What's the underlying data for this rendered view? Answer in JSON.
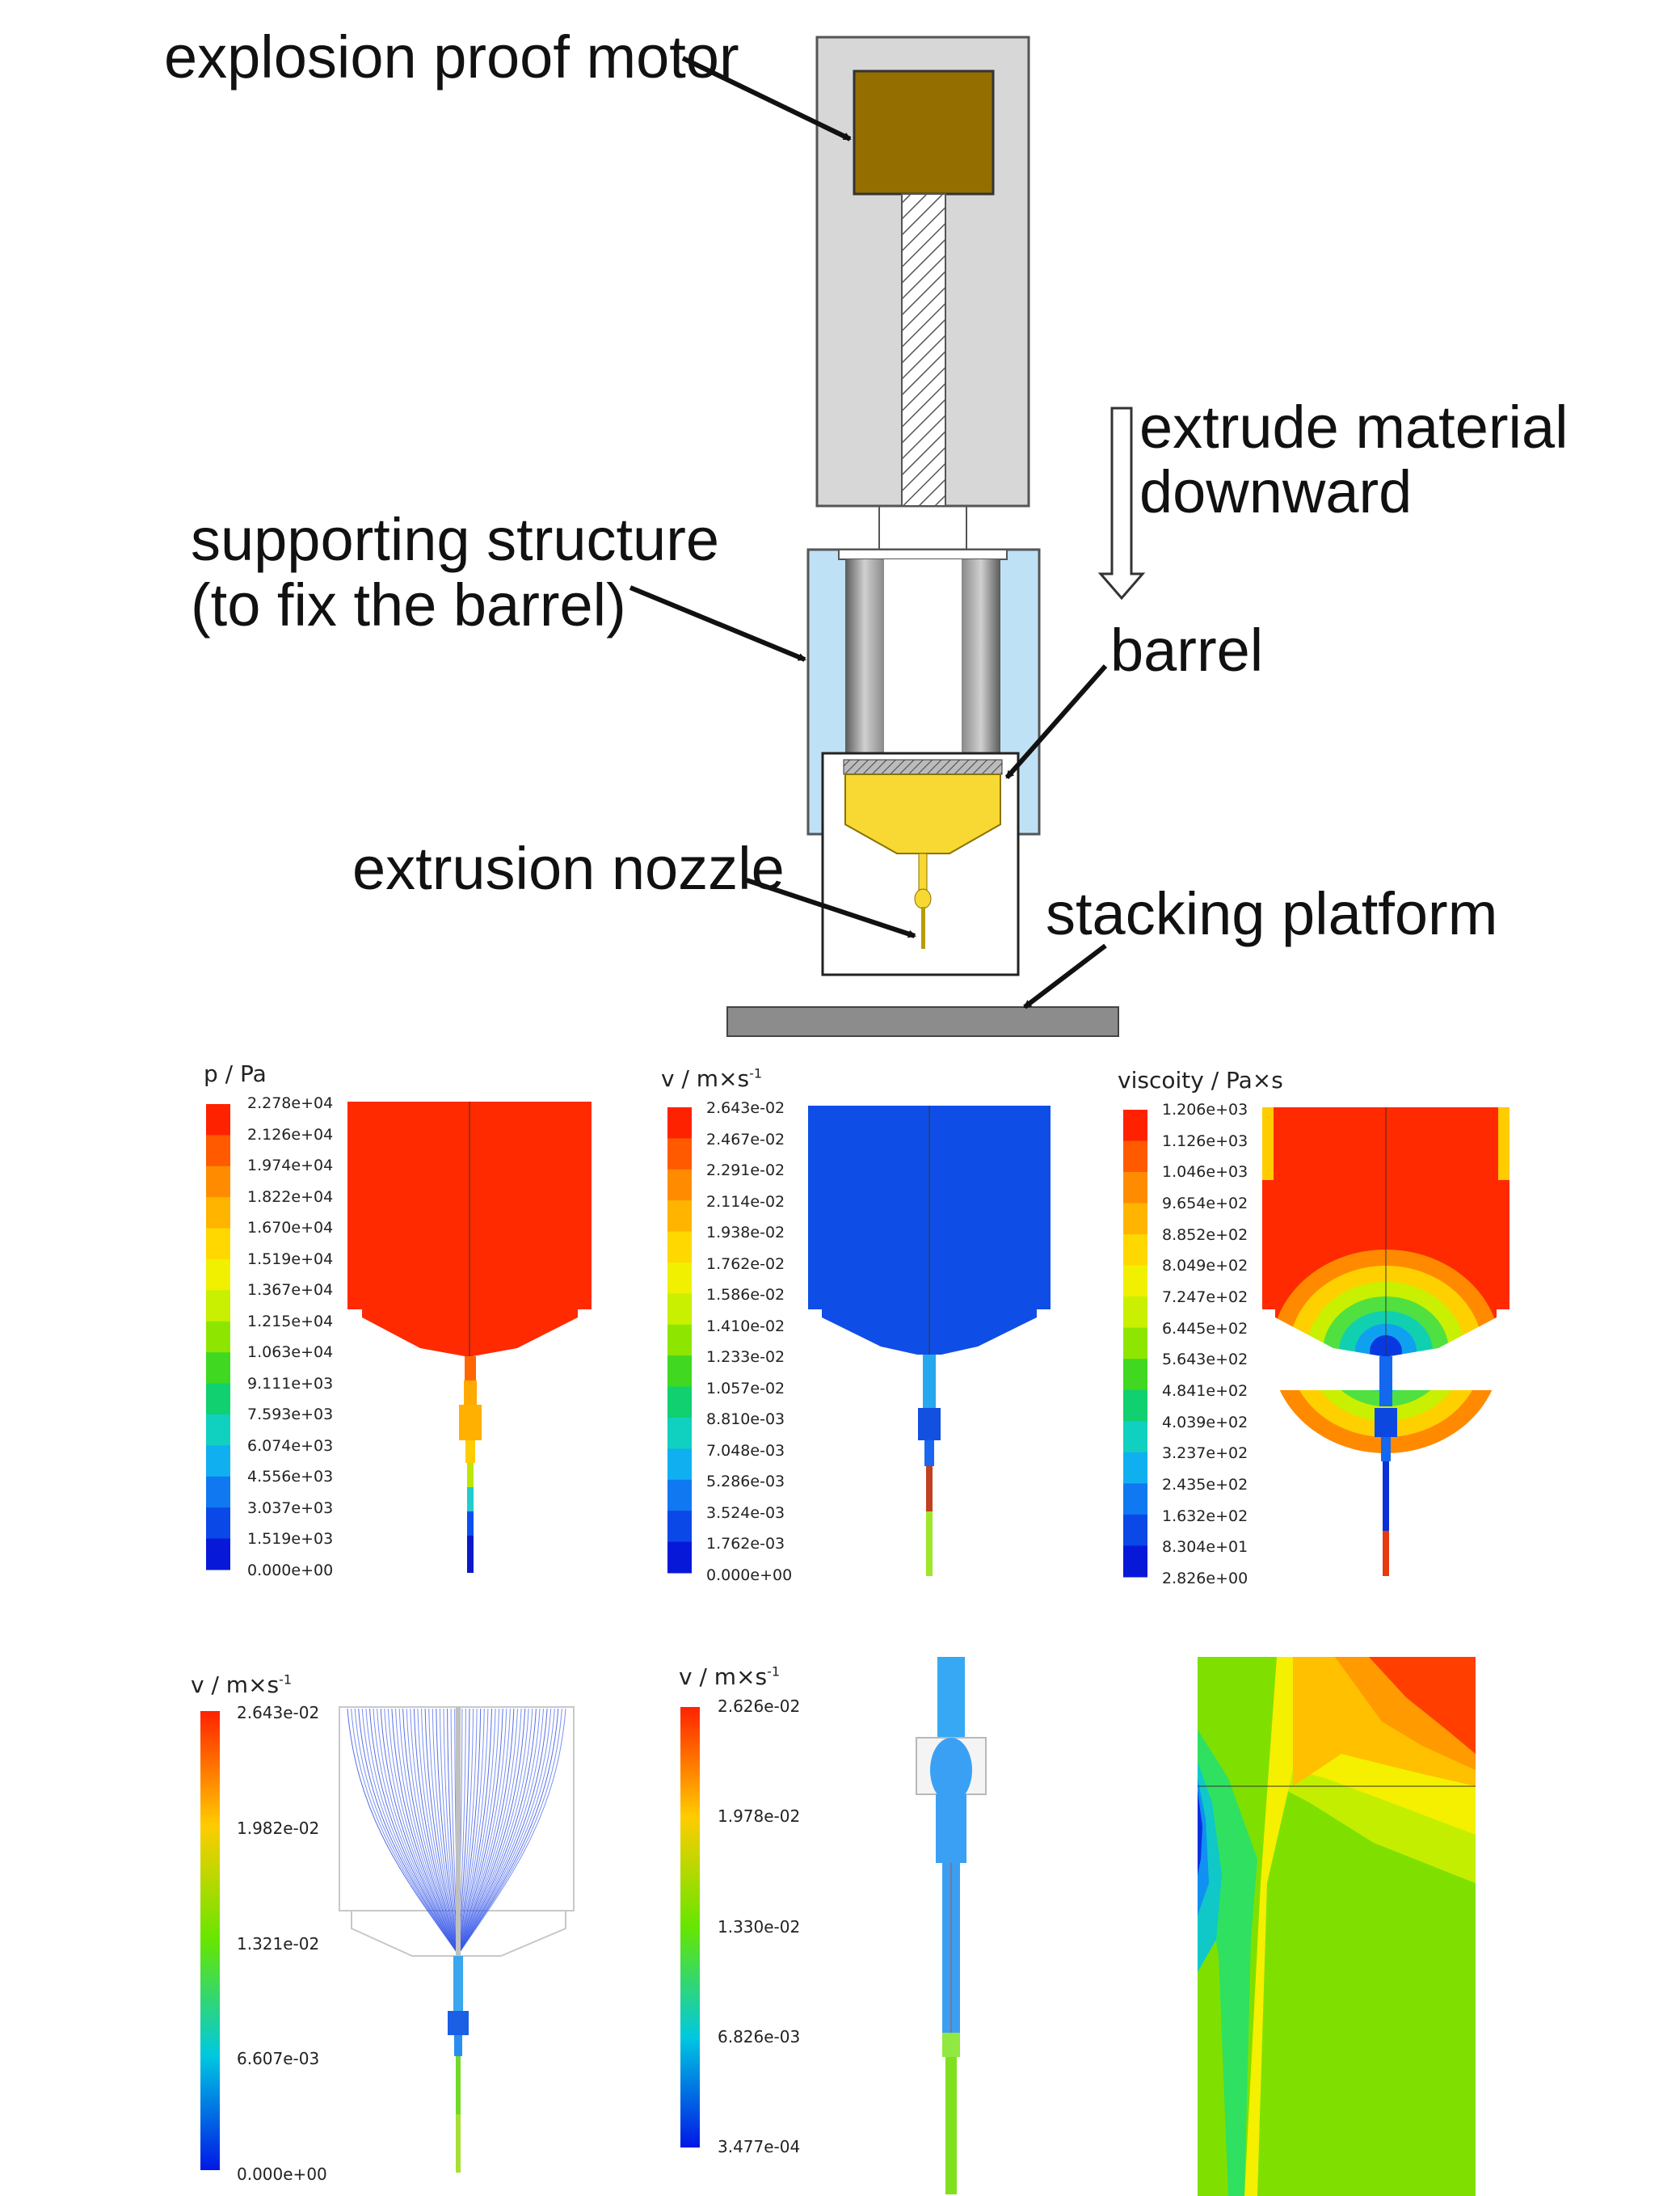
{
  "schematic": {
    "motor_label": "explosion proof motor",
    "extrude_label": [
      "extrude material",
      "downward"
    ],
    "support_label": [
      "supporting structure",
      "(to fix the barrel)"
    ],
    "barrel_label": "barrel",
    "nozzle_label": "extrusion nozzle",
    "platform_label": "stacking platform"
  },
  "colormaps": {
    "pressure": {
      "title": "p / Pa",
      "ticks": [
        "2.278e+04",
        "2.126e+04",
        "1.974e+04",
        "1.822e+04",
        "1.670e+04",
        "1.519e+04",
        "1.367e+04",
        "1.215e+04",
        "1.063e+04",
        "9.111e+03",
        "7.593e+03",
        "6.074e+03",
        "4.556e+03",
        "3.037e+03",
        "1.519e+03",
        "0.000e+00"
      ]
    },
    "velocity": {
      "title": "v / m×s",
      "sup": "-1",
      "ticks": [
        "2.643e-02",
        "2.467e-02",
        "2.291e-02",
        "2.114e-02",
        "1.938e-02",
        "1.762e-02",
        "1.586e-02",
        "1.410e-02",
        "1.233e-02",
        "1.057e-02",
        "8.810e-03",
        "7.048e-03",
        "5.286e-03",
        "3.524e-03",
        "1.762e-03",
        "0.000e+00"
      ]
    },
    "viscosity": {
      "title": "viscoity / Pa×s",
      "ticks": [
        "1.206e+03",
        "1.126e+03",
        "1.046e+03",
        "9.654e+02",
        "8.852e+02",
        "8.049e+02",
        "7.247e+02",
        "6.445e+02",
        "5.643e+02",
        "4.841e+02",
        "4.039e+02",
        "3.237e+02",
        "2.435e+02",
        "1.632e+02",
        "8.304e+01",
        "2.826e+00"
      ]
    },
    "streamline": {
      "title": "v / m×s",
      "sup": "-1",
      "ticks": [
        "2.643e-02",
        "1.982e-02",
        "1.321e-02",
        "6.607e-03",
        "0.000e+00"
      ]
    },
    "nozzle_velocity": {
      "title": "v / m×s",
      "sup": "-1",
      "ticks": [
        "2.626e-02",
        "1.978e-02",
        "1.330e-02",
        "6.826e-03",
        "3.477e-04"
      ]
    }
  },
  "colors": {
    "motor": "#946f00",
    "housing": "#d7d7d7",
    "support": "#bfe1f5",
    "paste": "#f8d832",
    "platform": "#8c8c8c"
  }
}
